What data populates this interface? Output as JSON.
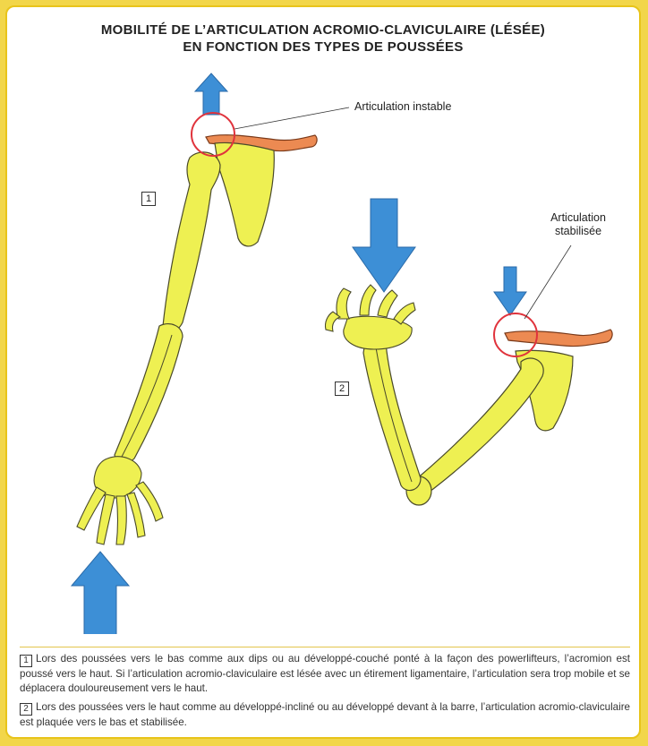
{
  "title": {
    "line1": "MOBILITÉ DE L’ARTICULATION ACROMIO-CLAVICULAIRE (LÉSÉE)",
    "line2": "EN FONCTION DES TYPES DE POUSSÉES"
  },
  "labels": {
    "unstable": "Articulation instable",
    "stabilized_line1": "Articulation",
    "stabilized_line2": "stabilisée"
  },
  "figures": {
    "fig1_number": "1",
    "fig2_number": "2"
  },
  "captions": [
    {
      "number": "1",
      "text": "Lors des poussées vers le bas comme aux dips ou au développé-couché ponté à la façon des powerlifteurs, l’acromion est poussé vers le haut. Si l’articulation acromio-claviculaire est lésée avec un étirement ligamentaire, l’articulation sera trop mobile et se déplacera douloureusement vers le haut."
    },
    {
      "number": "2",
      "text": "Lors des poussées vers le haut comme au développé-incliné ou au développé devant à la barre, l’articulation acromio-claviculaire est plaquée vers le bas et stabilisée."
    }
  ],
  "colors": {
    "bone": "#eef052",
    "bone_outline": "#4a4a2a",
    "clavicle": "#ec8a52",
    "arrow": "#3d8fd6",
    "circle": "#e0333c",
    "frame": "#f2d64a"
  }
}
